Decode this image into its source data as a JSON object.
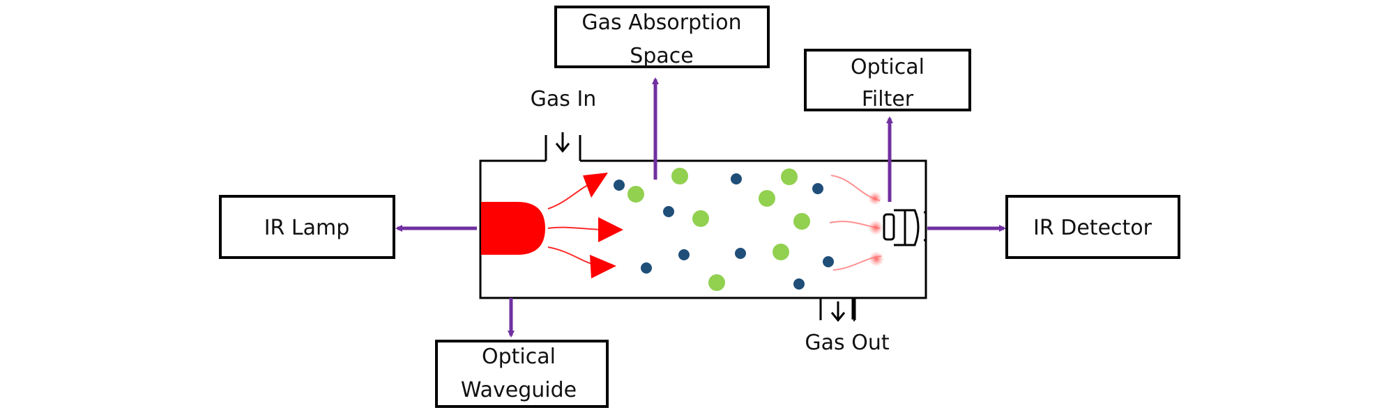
{
  "diagram": {
    "labels": {
      "ir_lamp": "IR Lamp",
      "ir_detector": "IR Detector",
      "gas_absorption_line1": "Gas Absorption",
      "gas_absorption_line2": "Space",
      "optical_filter_line1": "Optical",
      "optical_filter_line2": "Filter",
      "optical_waveguide_line1": "Optical",
      "optical_waveguide_line2": "Waveguide",
      "gas_in": "Gas In",
      "gas_out": "Gas Out"
    },
    "colors": {
      "pointer_arrows": "#7030a0",
      "ir_source": "#ff0000",
      "molecule_large": "#92d050",
      "molecule_small": "#1f4e79",
      "outline": "#000000"
    }
  }
}
